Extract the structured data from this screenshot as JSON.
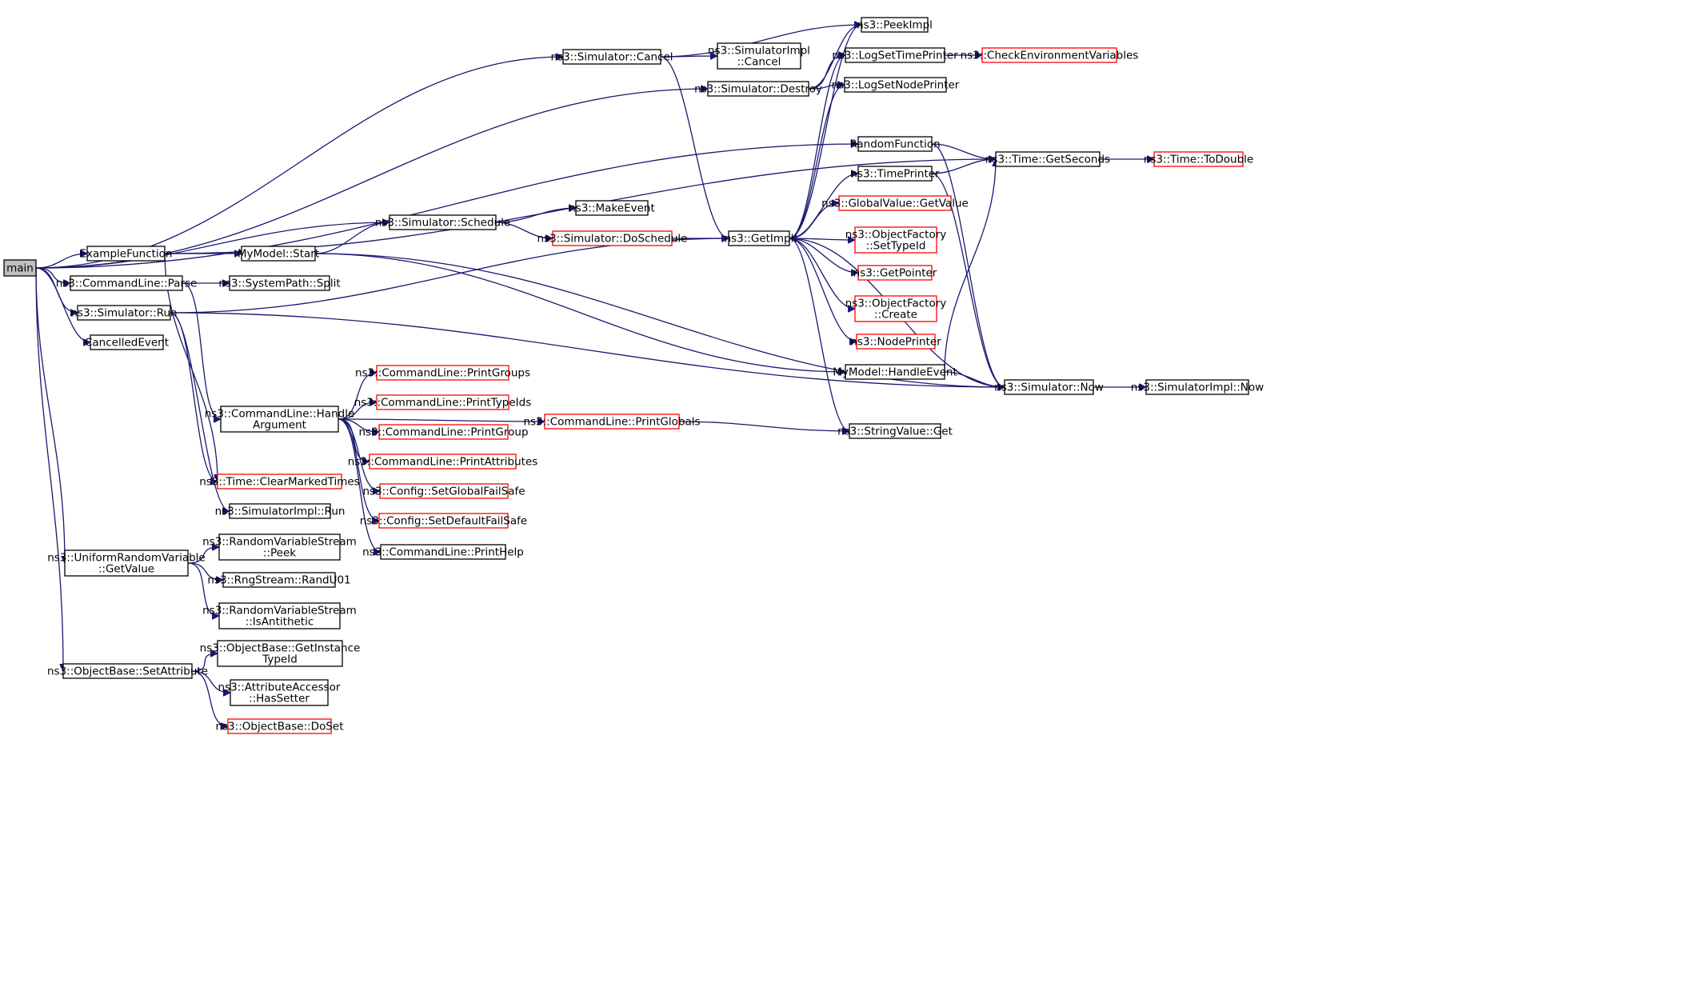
{
  "graph": {
    "colors": {
      "edge": "#191970",
      "normal_border": "#000000",
      "truncated_border": "#ff0000",
      "root_fill": "#bfbfbf"
    },
    "nodes": [
      {
        "id": "main",
        "lines": [
          "main"
        ],
        "style": "root"
      },
      {
        "id": "ExampleFunction",
        "lines": [
          "ExampleFunction"
        ],
        "style": "normal"
      },
      {
        "id": "CLParse",
        "lines": [
          "ns3::CommandLine::Parse"
        ],
        "style": "normal"
      },
      {
        "id": "SimRun",
        "lines": [
          "ns3::Simulator::Run"
        ],
        "style": "normal"
      },
      {
        "id": "CancelledEvent",
        "lines": [
          "CancelledEvent"
        ],
        "style": "normal"
      },
      {
        "id": "URVGetValue",
        "lines": [
          "ns3::UniformRandomVariable",
          "::GetValue"
        ],
        "style": "normal"
      },
      {
        "id": "OBSetAttribute",
        "lines": [
          "ns3::ObjectBase::SetAttribute"
        ],
        "style": "normal"
      },
      {
        "id": "MyModelStart",
        "lines": [
          "MyModel::Start"
        ],
        "style": "normal"
      },
      {
        "id": "SystemPathSplit",
        "lines": [
          "ns3::SystemPath::Split"
        ],
        "style": "normal"
      },
      {
        "id": "CLHandleArg",
        "lines": [
          "ns3::CommandLine::Handle",
          "Argument"
        ],
        "style": "normal"
      },
      {
        "id": "ClearMarked",
        "lines": [
          "ns3::Time::ClearMarkedTimes"
        ],
        "style": "red"
      },
      {
        "id": "SimImplRun",
        "lines": [
          "ns3::SimulatorImpl::Run"
        ],
        "style": "normal"
      },
      {
        "id": "RVSPeek",
        "lines": [
          "ns3::RandomVariableStream",
          "::Peek"
        ],
        "style": "normal"
      },
      {
        "id": "RngRandU01",
        "lines": [
          "ns3::RngStream::RandU01"
        ],
        "style": "normal"
      },
      {
        "id": "RVSIsAnti",
        "lines": [
          "ns3::RandomVariableStream",
          "::IsAntithetic"
        ],
        "style": "normal"
      },
      {
        "id": "OBGetInstTypeId",
        "lines": [
          "ns3::ObjectBase::GetInstance",
          "TypeId"
        ],
        "style": "normal"
      },
      {
        "id": "AAHasSetter",
        "lines": [
          "ns3::AttributeAccessor",
          "::HasSetter"
        ],
        "style": "normal"
      },
      {
        "id": "OBDoSet",
        "lines": [
          "ns3::ObjectBase::DoSet"
        ],
        "style": "red"
      },
      {
        "id": "SimCancel",
        "lines": [
          "ns3::Simulator::Cancel"
        ],
        "style": "normal"
      },
      {
        "id": "SimDestroy",
        "lines": [
          "ns3::Simulator::Destroy"
        ],
        "style": "normal"
      },
      {
        "id": "SimSchedule",
        "lines": [
          "ns3::Simulator::Schedule"
        ],
        "style": "normal"
      },
      {
        "id": "SimImplCancel",
        "lines": [
          "ns3::SimulatorImpl",
          "::Cancel"
        ],
        "style": "normal"
      },
      {
        "id": "MakeEvent",
        "lines": [
          "ns3::MakeEvent"
        ],
        "style": "normal"
      },
      {
        "id": "SimDoSchedule",
        "lines": [
          "ns3::Simulator::DoSchedule"
        ],
        "style": "red"
      },
      {
        "id": "PrintGroups",
        "lines": [
          "ns3::CommandLine::PrintGroups"
        ],
        "style": "red"
      },
      {
        "id": "PrintTypeIds",
        "lines": [
          "ns3::CommandLine::PrintTypeIds"
        ],
        "style": "red"
      },
      {
        "id": "PrintGroup",
        "lines": [
          "ns3::CommandLine::PrintGroup"
        ],
        "style": "red"
      },
      {
        "id": "PrintAttributes",
        "lines": [
          "ns3::CommandLine::PrintAttributes"
        ],
        "style": "red"
      },
      {
        "id": "SetGlobalFailSafe",
        "lines": [
          "ns3::Config::SetGlobalFailSafe"
        ],
        "style": "red"
      },
      {
        "id": "SetDefaultFailSafe",
        "lines": [
          "ns3::Config::SetDefaultFailSafe"
        ],
        "style": "red"
      },
      {
        "id": "PrintHelp",
        "lines": [
          "ns3::CommandLine::PrintHelp"
        ],
        "style": "normal"
      },
      {
        "id": "PrintGlobals",
        "lines": [
          "ns3::CommandLine::PrintGlobals"
        ],
        "style": "red"
      },
      {
        "id": "GetImpl",
        "lines": [
          "ns3::GetImpl"
        ],
        "style": "normal"
      },
      {
        "id": "PeekImpl",
        "lines": [
          "ns3::PeekImpl"
        ],
        "style": "normal"
      },
      {
        "id": "LogSetTimePrinter",
        "lines": [
          "ns3::LogSetTimePrinter"
        ],
        "style": "normal"
      },
      {
        "id": "LogSetNodePrinter",
        "lines": [
          "ns3::LogSetNodePrinter"
        ],
        "style": "normal"
      },
      {
        "id": "RandomFunction",
        "lines": [
          "RandomFunction"
        ],
        "style": "normal"
      },
      {
        "id": "TimePrinter",
        "lines": [
          "ns3::TimePrinter"
        ],
        "style": "normal"
      },
      {
        "id": "GVGetValue",
        "lines": [
          "ns3::GlobalValue::GetValue"
        ],
        "style": "red"
      },
      {
        "id": "OFSetTypeId",
        "lines": [
          "ns3::ObjectFactory",
          "::SetTypeId"
        ],
        "style": "red"
      },
      {
        "id": "GetPointer",
        "lines": [
          "ns3::GetPointer"
        ],
        "style": "red"
      },
      {
        "id": "OFCreate",
        "lines": [
          "ns3::ObjectFactory",
          "::Create"
        ],
        "style": "red"
      },
      {
        "id": "NodePrinter",
        "lines": [
          "ns3::NodePrinter"
        ],
        "style": "red"
      },
      {
        "id": "MyModelHandleEvent",
        "lines": [
          "MyModel::HandleEvent"
        ],
        "style": "normal"
      },
      {
        "id": "StringValueGet",
        "lines": [
          "ns3::StringValue::Get"
        ],
        "style": "normal"
      },
      {
        "id": "CheckEnvVars",
        "lines": [
          "ns3::CheckEnvironmentVariables"
        ],
        "style": "red"
      },
      {
        "id": "TimeGetSeconds",
        "lines": [
          "ns3::Time::GetSeconds"
        ],
        "style": "normal"
      },
      {
        "id": "TimeToDouble",
        "lines": [
          "ns3::Time::ToDouble"
        ],
        "style": "red"
      },
      {
        "id": "SimNow",
        "lines": [
          "ns3::Simulator::Now"
        ],
        "style": "normal"
      },
      {
        "id": "SimImplNow",
        "lines": [
          "ns3::SimulatorImpl::Now"
        ],
        "style": "normal"
      }
    ],
    "edges": [
      [
        "main",
        "SimCancel"
      ],
      [
        "main",
        "SimDestroy"
      ],
      [
        "main",
        "RandomFunction"
      ],
      [
        "main",
        "SimSchedule"
      ],
      [
        "main",
        "ExampleFunction"
      ],
      [
        "main",
        "CLParse"
      ],
      [
        "main",
        "SimRun"
      ],
      [
        "main",
        "CancelledEvent"
      ],
      [
        "main",
        "URVGetValue"
      ],
      [
        "main",
        "OBSetAttribute"
      ],
      [
        "ExampleFunction",
        "MyModelStart"
      ],
      [
        "ExampleFunction",
        "TimeGetSeconds"
      ],
      [
        "ExampleFunction",
        "ClearMarked"
      ],
      [
        "CLParse",
        "SystemPathSplit"
      ],
      [
        "CLParse",
        "CLHandleArg"
      ],
      [
        "SimRun",
        "GetImpl"
      ],
      [
        "SimRun",
        "ClearMarked"
      ],
      [
        "SimRun",
        "SimImplRun"
      ],
      [
        "SimRun",
        "SimNow"
      ],
      [
        "URVGetValue",
        "RVSPeek"
      ],
      [
        "URVGetValue",
        "RngRandU01"
      ],
      [
        "URVGetValue",
        "RVSIsAnti"
      ],
      [
        "OBSetAttribute",
        "OBGetInstTypeId"
      ],
      [
        "OBSetAttribute",
        "AAHasSetter"
      ],
      [
        "OBSetAttribute",
        "OBDoSet"
      ],
      [
        "MyModelStart",
        "SimSchedule"
      ],
      [
        "MyModelStart",
        "MyModelHandleEvent"
      ],
      [
        "MyModelStart",
        "SimNow"
      ],
      [
        "CLHandleArg",
        "PrintGroups"
      ],
      [
        "CLHandleArg",
        "PrintTypeIds"
      ],
      [
        "CLHandleArg",
        "PrintGroup"
      ],
      [
        "CLHandleArg",
        "PrintAttributes"
      ],
      [
        "CLHandleArg",
        "SetGlobalFailSafe"
      ],
      [
        "CLHandleArg",
        "SetDefaultFailSafe"
      ],
      [
        "CLHandleArg",
        "PrintHelp"
      ],
      [
        "CLHandleArg",
        "PrintGlobals"
      ],
      [
        "SimCancel",
        "PeekImpl"
      ],
      [
        "SimCancel",
        "SimImplCancel"
      ],
      [
        "SimCancel",
        "GetImpl"
      ],
      [
        "SimDestroy",
        "PeekImpl"
      ],
      [
        "SimDestroy",
        "LogSetTimePrinter"
      ],
      [
        "SimDestroy",
        "LogSetNodePrinter"
      ],
      [
        "SimSchedule",
        "MakeEvent"
      ],
      [
        "SimSchedule",
        "SimDoSchedule"
      ],
      [
        "SimDoSchedule",
        "GetImpl"
      ],
      [
        "PrintGlobals",
        "StringValueGet"
      ],
      [
        "GetImpl",
        "PeekImpl"
      ],
      [
        "GetImpl",
        "LogSetTimePrinter"
      ],
      [
        "GetImpl",
        "LogSetNodePrinter"
      ],
      [
        "GetImpl",
        "TimePrinter"
      ],
      [
        "GetImpl",
        "GVGetValue"
      ],
      [
        "GetImpl",
        "OFSetTypeId"
      ],
      [
        "GetImpl",
        "GetPointer"
      ],
      [
        "GetImpl",
        "OFCreate"
      ],
      [
        "GetImpl",
        "NodePrinter"
      ],
      [
        "GetImpl",
        "StringValueGet"
      ],
      [
        "LogSetTimePrinter",
        "CheckEnvVars"
      ],
      [
        "RandomFunction",
        "TimeGetSeconds"
      ],
      [
        "RandomFunction",
        "SimNow"
      ],
      [
        "TimePrinter",
        "TimeGetSeconds"
      ],
      [
        "TimePrinter",
        "SimNow"
      ],
      [
        "MyModelHandleEvent",
        "TimeGetSeconds"
      ],
      [
        "MyModelHandleEvent",
        "SimNow"
      ],
      [
        "SimNow",
        "GetImpl"
      ],
      [
        "SimNow",
        "SimImplNow"
      ],
      [
        "TimeGetSeconds",
        "TimeToDouble"
      ]
    ]
  }
}
